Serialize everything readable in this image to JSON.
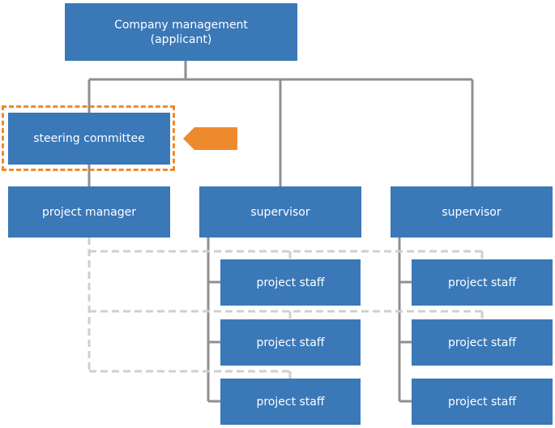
{
  "org_chart": {
    "top": {
      "line1": "Company management",
      "line2": "(applicant)"
    },
    "steering": "steering committee",
    "project_manager": "project manager",
    "supervisor_left": "supervisor",
    "supervisor_right": "supervisor",
    "staff_left": [
      "project staff",
      "project staff",
      "project staff"
    ],
    "staff_right": [
      "project staff",
      "project staff",
      "project staff"
    ]
  },
  "colors": {
    "box_fill": "#3a78b8",
    "connector": "#8f8f8f",
    "dashed_connector": "#cfcfcf",
    "highlight": "#ee8a2e"
  }
}
